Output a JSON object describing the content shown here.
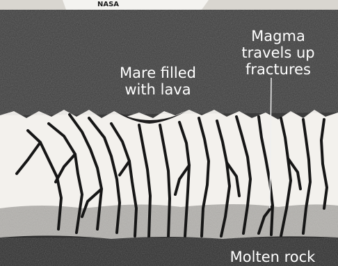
{
  "credit": "NASA",
  "labels": {
    "mare_line1": "Mare filled",
    "mare_line2": "with lava",
    "magma_line1": "Magma",
    "magma_line2": "travels up",
    "magma_line3": "fractures",
    "molten": "Molten rock"
  },
  "colors": {
    "crust": "#3b3b3b",
    "lava": "#1e1e1e",
    "fractured_rock": "#f2f0ec",
    "deep_rock": "#a8a6a2",
    "molten_rock": "#2c2c2c",
    "text": "#ffffff"
  }
}
